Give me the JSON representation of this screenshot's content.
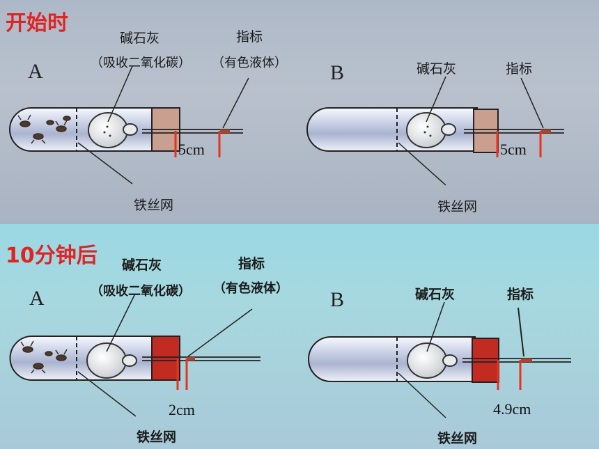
{
  "top": {
    "title": "开始时",
    "a": {
      "letter": "A",
      "sodalime": "碱石灰",
      "sodalime_note": "（吸收二氧化碳）",
      "indicator": "指标",
      "indicator_note": "（有色液体）",
      "mesh": "铁丝网",
      "distance": "5cm"
    },
    "b": {
      "letter": "B",
      "sodalime": "碱石灰",
      "indicator": "指标",
      "mesh": "铁丝网",
      "distance": "5cm"
    }
  },
  "bottom": {
    "title": "10分钟后",
    "a": {
      "letter": "A",
      "sodalime": "碱石灰",
      "sodalime_note": "（吸收二氧化碳）",
      "indicator": "指标",
      "indicator_note": "（有色液体）",
      "mesh": "铁丝网",
      "distance": "2cm"
    },
    "b": {
      "letter": "B",
      "sodalime": "碱石灰",
      "indicator": "指标",
      "mesh": "铁丝网",
      "distance": "4.9cm"
    }
  },
  "colors": {
    "title": "#e02424",
    "marker": "#e8321e",
    "stopper_start": "#c9a08f",
    "stopper_after": "#c22b22",
    "liquid": "#b0422a"
  }
}
